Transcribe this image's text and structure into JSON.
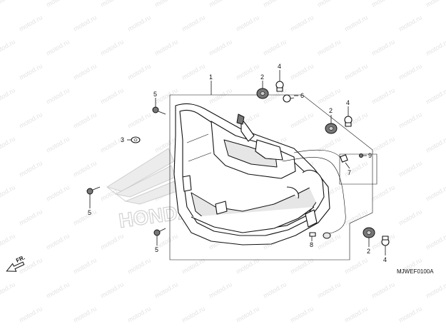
{
  "watermark_text": "motod.ru",
  "brand_logo_text": "HONDA",
  "front_arrow_label": "FR.",
  "diagram_code": "MJWEF0100A",
  "callouts": {
    "c1": "1",
    "c2a": "2",
    "c2b": "2",
    "c2c": "2",
    "c3": "3",
    "c4a": "4",
    "c4b": "4",
    "c4c": "4",
    "c5a": "5",
    "c5b": "5",
    "c5c": "5",
    "c6": "6",
    "c7": "7",
    "c8": "8",
    "c9": "9"
  }
}
